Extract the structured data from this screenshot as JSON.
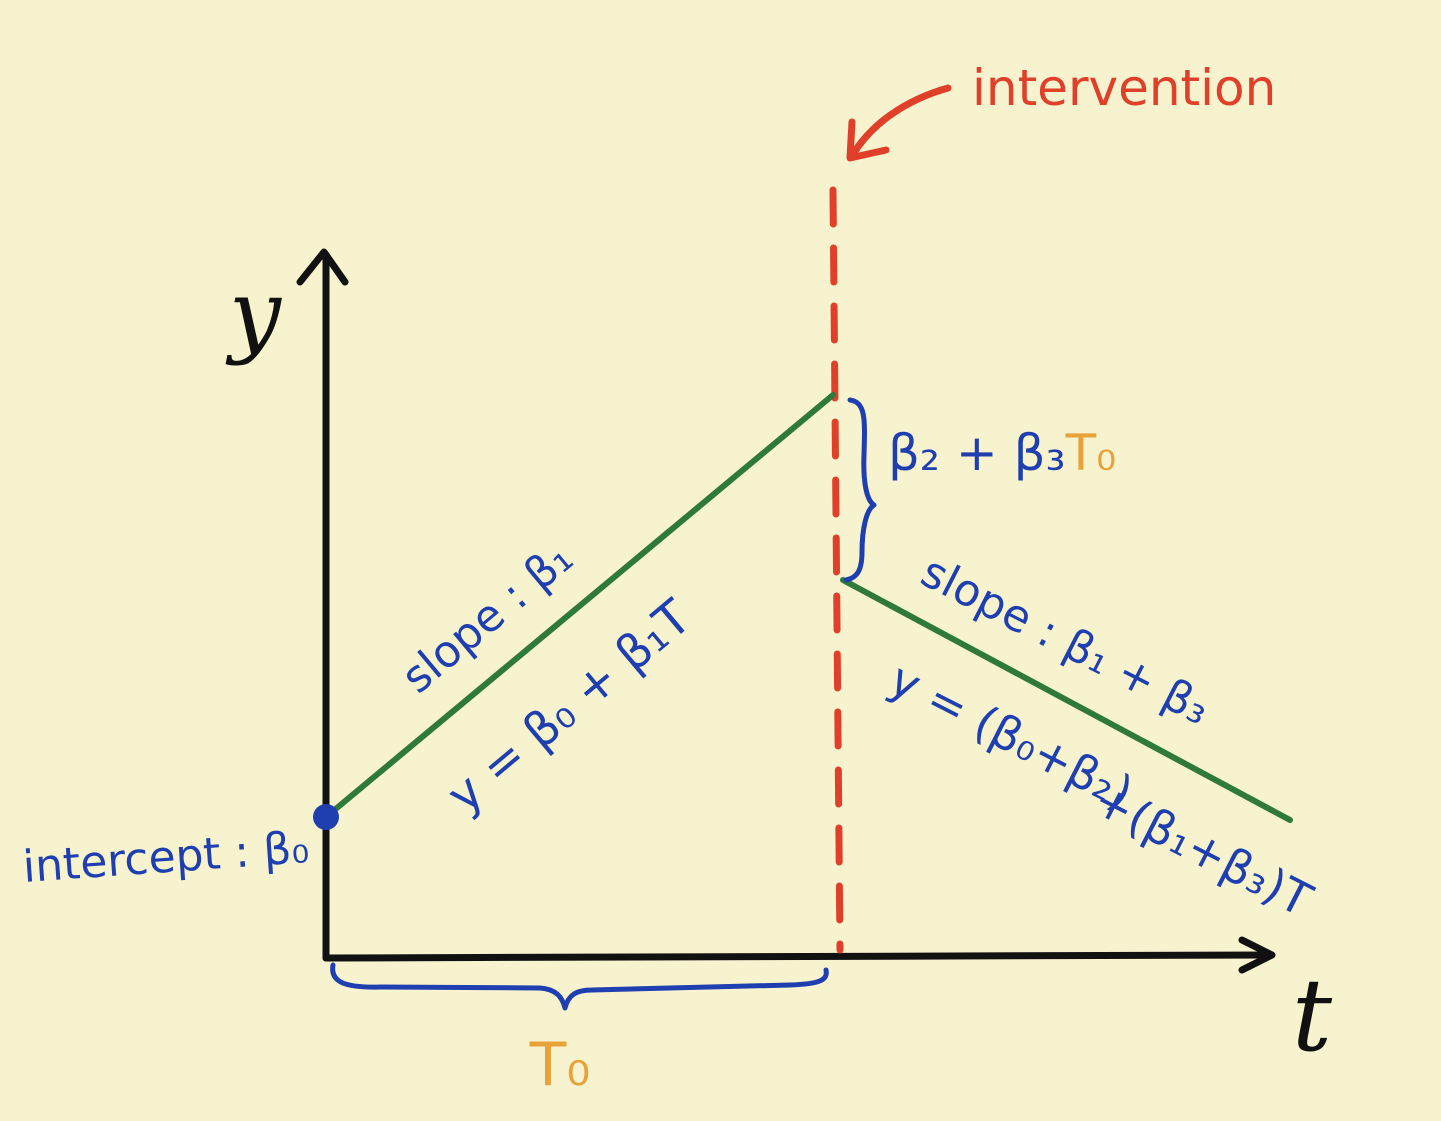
{
  "colors": {
    "background": "#f8f3cf",
    "axis": "#111111",
    "line": "#2f7a3a",
    "annotation": "#1f3fb0",
    "intervention": "#e0402a",
    "time_label": "#e9a23a"
  },
  "axes": {
    "x_label": "t",
    "y_label": "y"
  },
  "intervention": {
    "label": "intervention"
  },
  "intercept": {
    "label": "intercept : β₀"
  },
  "pre_segment": {
    "slope_label": "slope : β₁",
    "equation": "y = β₀ + β₁T"
  },
  "jump": {
    "label_prefix": "β₂ + β₃",
    "label_suffix": "T₀"
  },
  "post_segment": {
    "slope_label": "slope :  β₁ + β₃",
    "equation_line1": "y = (β₀+β₂)",
    "equation_line2": "+(β₁+β₃)T"
  },
  "time_span": {
    "label": "T₀"
  }
}
